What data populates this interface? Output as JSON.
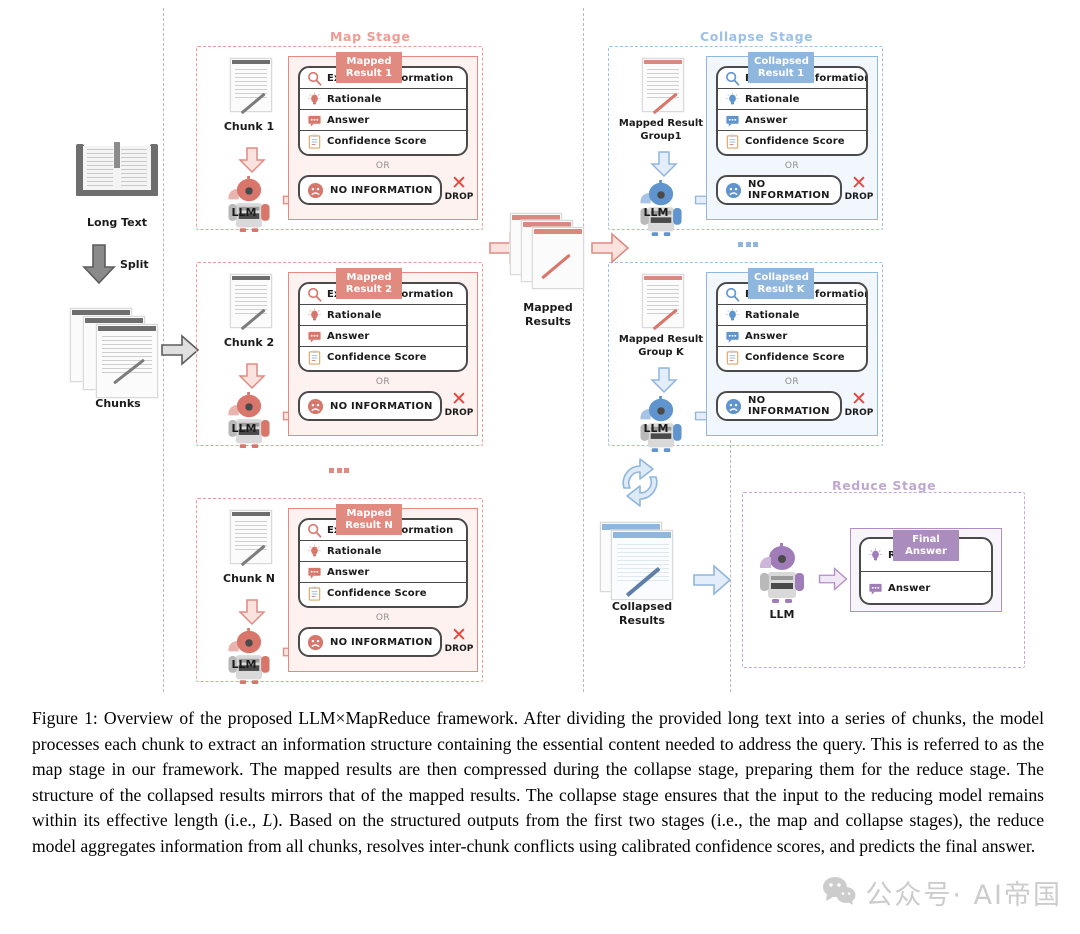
{
  "figure": {
    "stages": [
      {
        "id": "map",
        "title": "Map Stage",
        "color": "#ef9b93"
      },
      {
        "id": "collapse",
        "title": "Collapse Stage",
        "color": "#9cc0e8"
      },
      {
        "id": "reduce",
        "title": "Reduce Stage",
        "color": "#bfa8cf"
      }
    ],
    "input": {
      "long_text_label": "Long Text",
      "split_label": "Split",
      "chunks_label": "Chunks"
    },
    "map_blocks": [
      {
        "chunk_label": "Chunk 1",
        "llm_label": "LLM",
        "badge": "Mapped\nResult 1"
      },
      {
        "chunk_label": "Chunk 2",
        "llm_label": "LLM",
        "badge": "Mapped\nResult 2"
      },
      {
        "chunk_label": "Chunk N",
        "llm_label": "LLM",
        "badge": "Mapped\nResult N"
      }
    ],
    "collapse_blocks": [
      {
        "chunk_label": "Mapped Result\nGroup1",
        "llm_label": "LLM",
        "badge": "Collapsed\nResult 1"
      },
      {
        "chunk_label": "Mapped Result\nGroup K",
        "llm_label": "LLM",
        "badge": "Collapsed\nResult K"
      }
    ],
    "card_rows": [
      {
        "icon": "magnifier-icon",
        "label": "Extracted Information"
      },
      {
        "icon": "lightbulb-icon",
        "label": "Rationale"
      },
      {
        "icon": "speech-bubble-icon",
        "label": "Answer"
      },
      {
        "icon": "clipboard-icon",
        "label": "Confidence Score"
      }
    ],
    "or_label": "OR",
    "no_information_label": "NO INFORMATION",
    "no_information_icon": "sad-face-icon",
    "drop": {
      "mark": "✕",
      "label": "DROP"
    },
    "ellipsis_label": "•••",
    "mapped_results_label": "Mapped\nResults",
    "collapsed_results_label": "Collapsed\nResults",
    "recycle_icon": "recycle-loop-icon",
    "reduce": {
      "llm_label": "LLM",
      "badge": "Final\nAnswer",
      "rows": [
        {
          "icon": "lightbulb-icon",
          "label": "Rationale"
        },
        {
          "icon": "speech-bubble-icon",
          "label": "Answer"
        }
      ]
    }
  },
  "caption": {
    "part1": "Figure 1: Overview of the proposed LLM×MapReduce framework. After dividing the provided long text into a series of chunks, the model processes each chunk to extract an information structure containing the essential content needed to address the query. This is referred to as the map stage in our framework. The mapped results are then compressed during the collapse stage, preparing them for the reduce stage. The structure of the collapsed results mirrors that of the mapped results. The collapse stage ensures that the input to the reducing model remains within its effective length (i.e., ",
    "italic": "L",
    "part2": "). Based on the structured outputs from the first two stages (i.e., the map and collapse stages), the reduce model aggregates information from all chunks, resolves inter-chunk conflicts using calibrated confidence scores, and predicts the final answer."
  },
  "watermark": {
    "icon": "wechat-icon",
    "text": "公众号· AI帝国"
  }
}
